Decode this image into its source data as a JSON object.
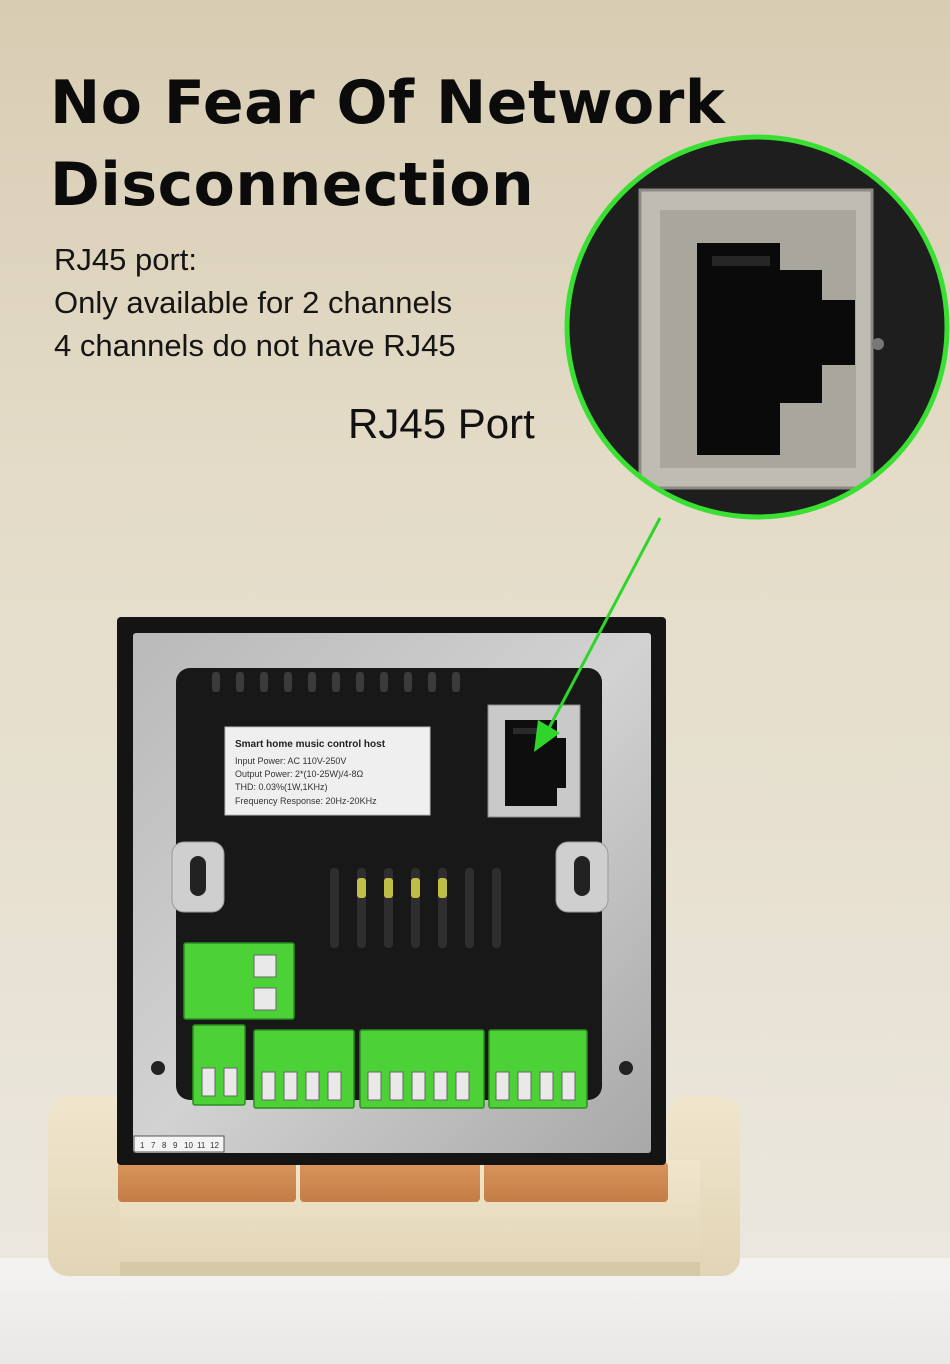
{
  "headline": {
    "line1": "No Fear Of Network",
    "line2": "Disconnection"
  },
  "info": {
    "line1": "RJ45 port:",
    "line2": "Only available for 2 channels",
    "line3": "4 channels do not have RJ45"
  },
  "callout_label": "RJ45 Port",
  "device_label": {
    "title": "Smart home music control host",
    "line1": "Input Power: AC 110V-250V",
    "line2": "Output Power: 2*(10-25W)/4-8Ω",
    "line3": "THD: 0.03%(1W,1KHz)",
    "line4": "Frequency Response: 20Hz-20KHz"
  },
  "terminal_numbers": [
    "1",
    "7",
    "8",
    "9",
    "10",
    "11",
    "12"
  ],
  "colors": {
    "callout_ring": "#39e032",
    "arrow": "#2ed62a",
    "terminal_green": "#4cd137",
    "panel_black": "#141414"
  }
}
